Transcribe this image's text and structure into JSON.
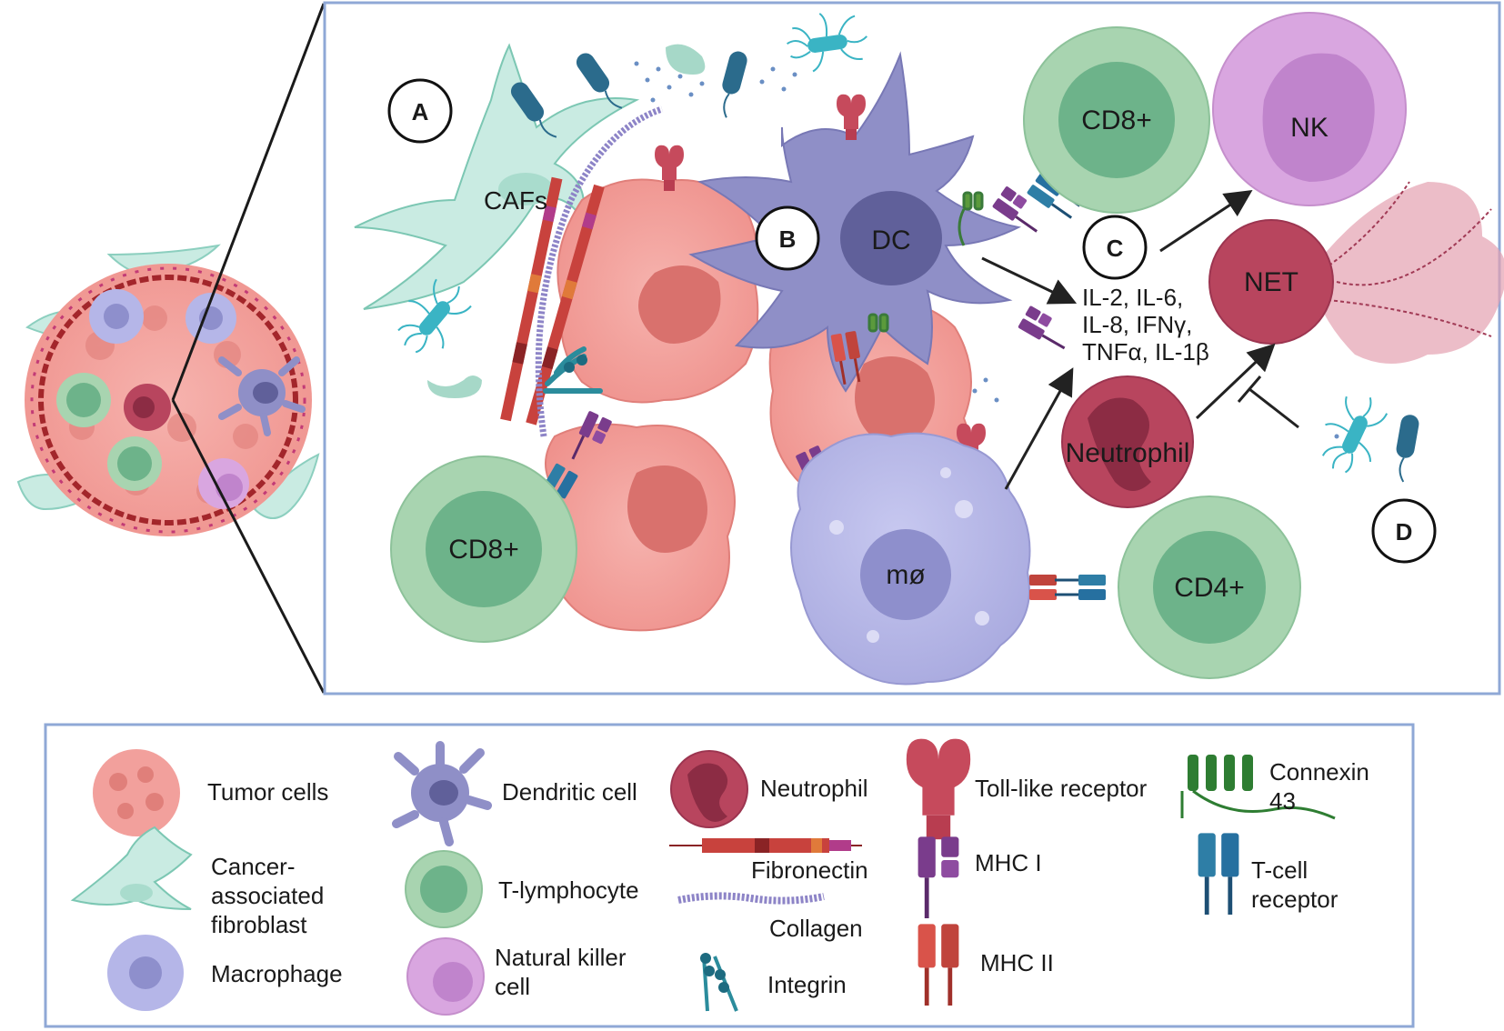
{
  "panel_markers": {
    "a": "A",
    "b": "B",
    "c": "C",
    "d": "D"
  },
  "cells": {
    "cafs": "CAFs",
    "dc": "DC",
    "cd8_top": "CD8+",
    "cd8_bottom": "CD8+",
    "nk": "NK",
    "net": "NET",
    "neutrophil": "Neutrophil",
    "macrophage": "mø",
    "cd4": "CD4+"
  },
  "cytokines": [
    "IL-2, IL-6,",
    "IL-8, IFNγ,",
    "TNFα, IL-1β"
  ],
  "legend": {
    "tumor_cells": "Tumor cells",
    "caf": [
      "Cancer-",
      "associated",
      "fibroblast"
    ],
    "macrophage": "Macrophage",
    "dendritic_cell": "Dendritic cell",
    "t_lymphocyte": "T-lymphocyte",
    "nk_cell": [
      "Natural killer",
      "cell"
    ],
    "neutrophil": "Neutrophil",
    "fibronectin": "Fibronectin",
    "collagen": "Collagen",
    "integrin": "Integrin",
    "tlr": "Toll-like receptor",
    "mhc1": "MHC I",
    "mhc2": "MHC II",
    "connexin": [
      "Connexin",
      "43"
    ],
    "tcr": [
      "T-cell",
      "receptor"
    ]
  },
  "colors": {
    "tumor": "#f2a09c",
    "tumor_nucleus": "#d9716d",
    "caf": "#c9ebe2",
    "dc": "#8f8fc7",
    "dc_nucleus": "#60609a",
    "tcell_outer": "#a8d4b0",
    "tcell_inner": "#6db38a",
    "nk": "#d9a6e0",
    "neutrophil": "#b8455e",
    "macrophage": "#b5b6e8",
    "mhc1": "#7a3c8c",
    "mhc2": "#d9534a",
    "tlr": "#c64a5c",
    "tcr": "#2e7ea6",
    "connexin": "#3a7a3a",
    "bacteria": "#3ab4c4",
    "frame": "#8fa8d6"
  }
}
